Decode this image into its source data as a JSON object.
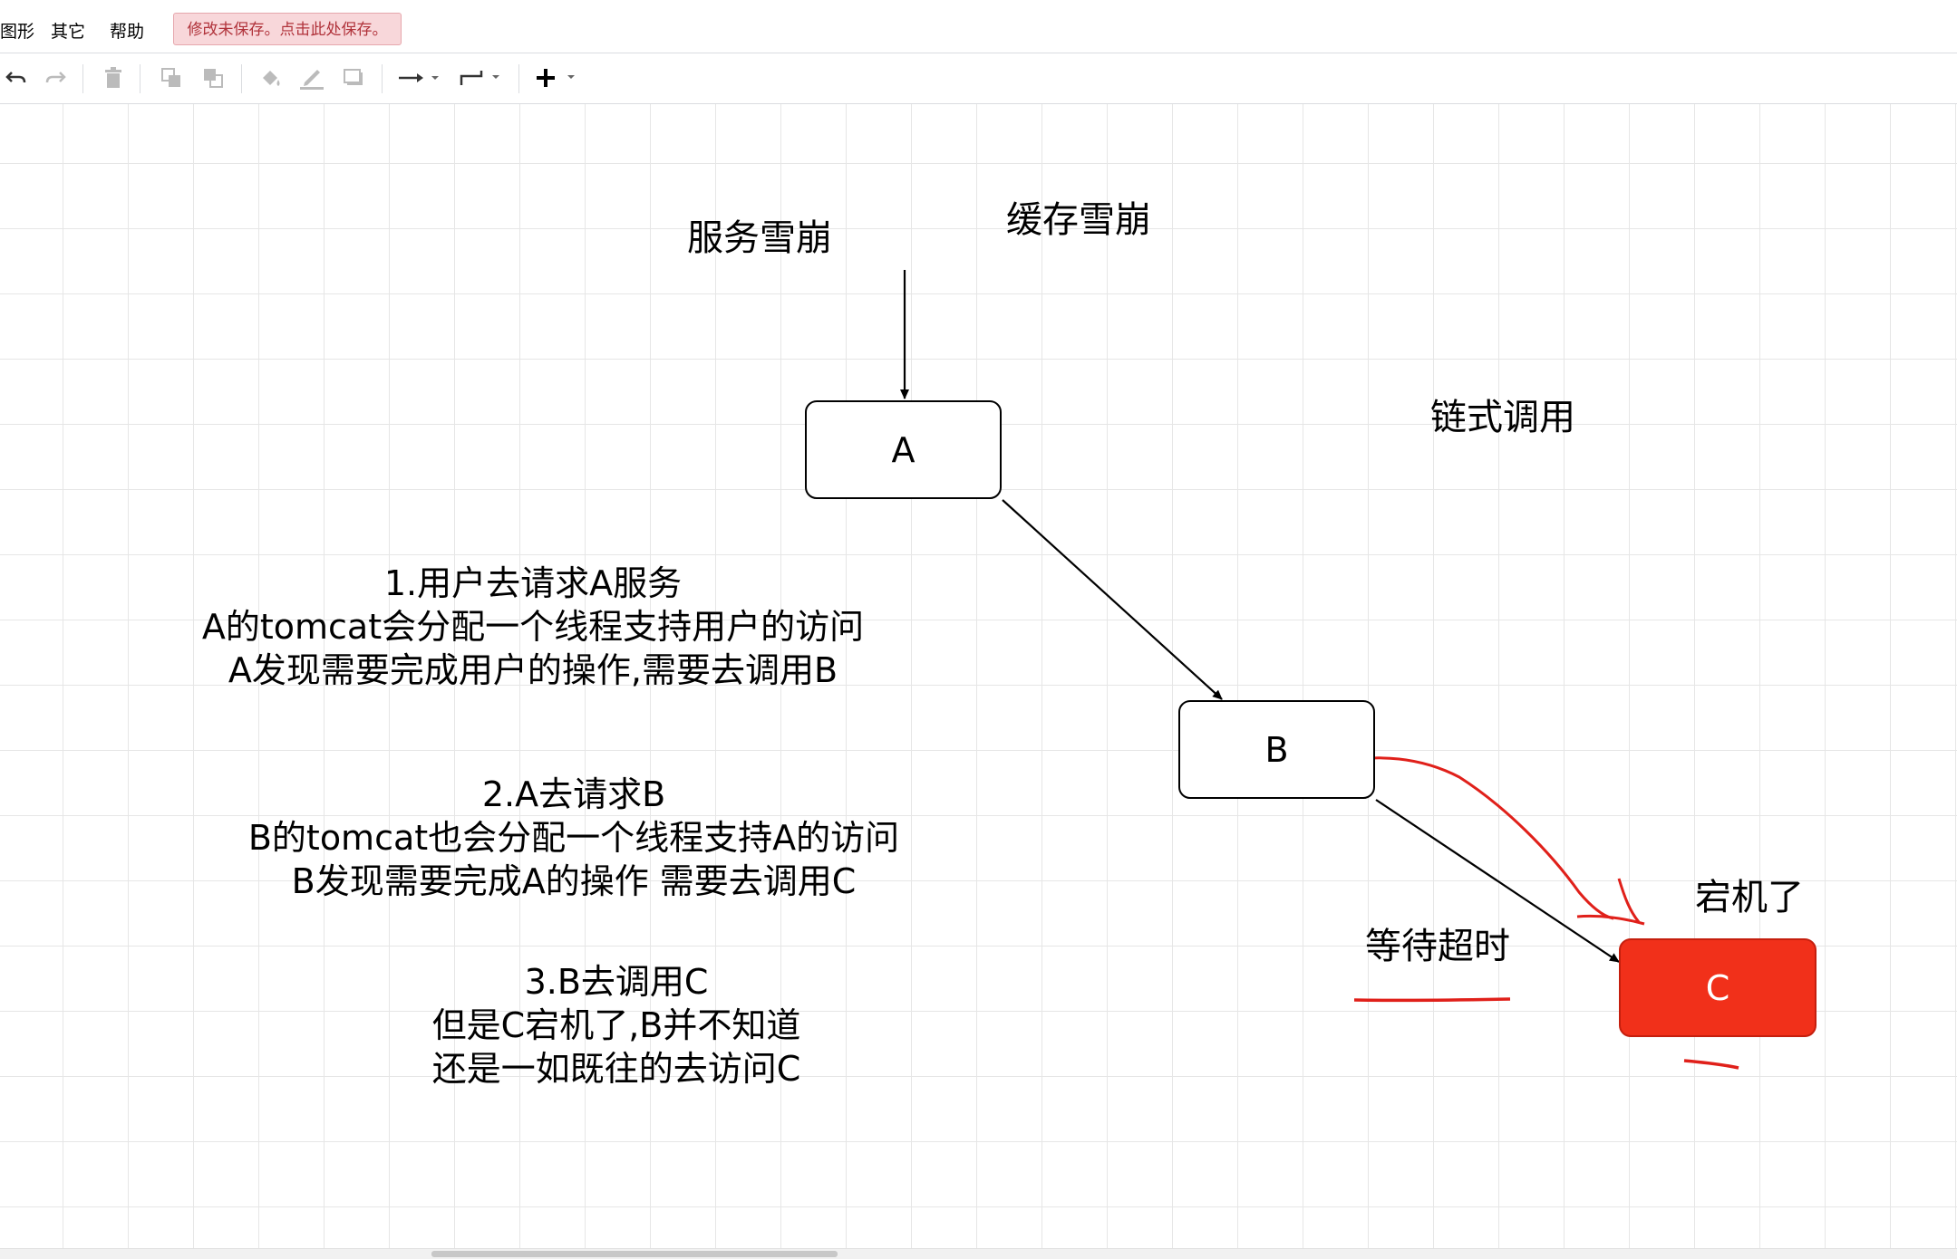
{
  "menu": {
    "items": [
      "图形",
      "其它",
      "帮助"
    ],
    "unsaved_notice": "修改未保存。点击此处保存。"
  },
  "toolbar": {
    "icons": [
      "undo-icon",
      "redo-icon",
      "delete-icon",
      "to-front-icon",
      "to-back-icon",
      "fill-color-icon",
      "line-color-icon",
      "shadow-icon",
      "connection-icon",
      "waypoints-icon",
      "insert-icon"
    ]
  },
  "diagram": {
    "title_left": "服务雪崩",
    "title_right": "缓存雪崩",
    "chain_label": "链式调用",
    "node_a": "A",
    "node_b": "B",
    "node_c": "C",
    "crash_label": "宕机了",
    "timeout_label": "等待超时",
    "note1": {
      "line1": "1.用户去请求A服务",
      "line2": "A的tomcat会分配一个线程支持用户的访问",
      "line3": "A发现需要完成用户的操作,需要去调用B"
    },
    "note2": {
      "line1": "2.A去请求B",
      "line2": "B的tomcat也会分配一个线程支持A的访问",
      "line3": "B发现需要完成A的操作 需要去调用C"
    },
    "note3": {
      "line1": "3.B去调用C",
      "line2": "但是C宕机了,B并不知道",
      "line3": "还是一如既往的去访问C"
    }
  },
  "colors": {
    "node_c_fill": "#f1301a",
    "annotation_red": "#e0201a",
    "unsaved_bg": "#f8d7da",
    "unsaved_text": "#b0323a"
  }
}
